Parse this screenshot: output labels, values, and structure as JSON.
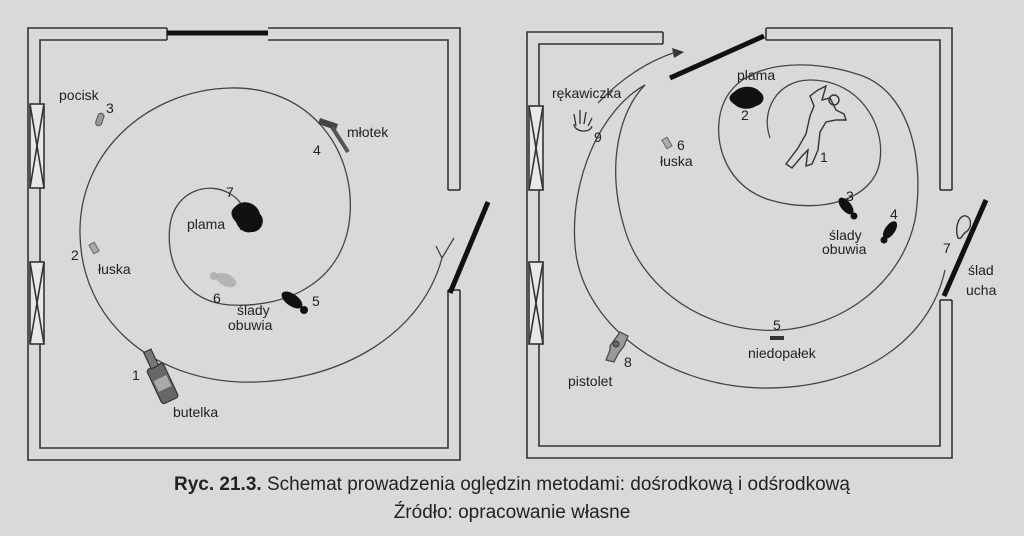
{
  "left_diagram": {
    "labels": {
      "pocisk": "pocisk",
      "pocisk_num": "3",
      "mlotek": "młotek",
      "mlotek_num": "4",
      "plama": "plama",
      "plama_num": "7",
      "luska": "łuska",
      "luska_num": "2",
      "slady1": "ślady",
      "slady2": "obuwia",
      "slady_num": "5",
      "slady_num2": "6",
      "butelka": "butelka",
      "butelka_num": "1"
    }
  },
  "right_diagram": {
    "labels": {
      "rekawiczka": "rękawiczka",
      "rekawiczka_num": "9",
      "plama": "plama",
      "plama_num": "2",
      "body_num": "1",
      "luska": "łuska",
      "luska_num": "6",
      "slady1": "ślady",
      "slady2": "obuwia",
      "slady_num": "3",
      "slady_num2": "4",
      "slad1": "ślad",
      "slad2": "ucha",
      "slad_num": "7",
      "niedopalek": "niedopałek",
      "niedopalek_num": "5",
      "pistolet": "pistolet",
      "pistolet_num": "8"
    }
  },
  "caption": {
    "figure_label": "Ryc. 21.3.",
    "title": "Schemat prowadzenia oględzin metodami: dośrodkową i odśrodkową",
    "source": "Źródło: opracowanie własne"
  }
}
